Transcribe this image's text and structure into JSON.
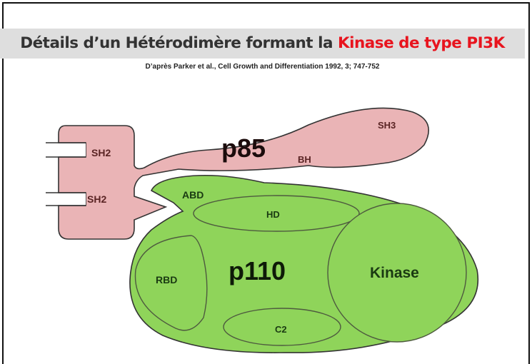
{
  "title": {
    "prefix": "Détails d’un Hétérodimère formant la ",
    "accent": "Kinase de type PI3K",
    "accent_color": "#e8141e"
  },
  "subtitle": "D’après Parker et al., Cell Growth and Differentiation 1992, 3; 747-752",
  "p85": {
    "name": "p85",
    "color": "#eab4b6",
    "domains": {
      "sh2_upper": "SH2",
      "sh2_lower": "SH2",
      "bh": "BH",
      "sh3": "SH3"
    }
  },
  "p110": {
    "name": "p110",
    "color": "#8fd45a",
    "domains": {
      "abd": "ABD",
      "hd": "HD",
      "rbd": "RBD",
      "kinase": "Kinase",
      "c2": "C2"
    }
  }
}
